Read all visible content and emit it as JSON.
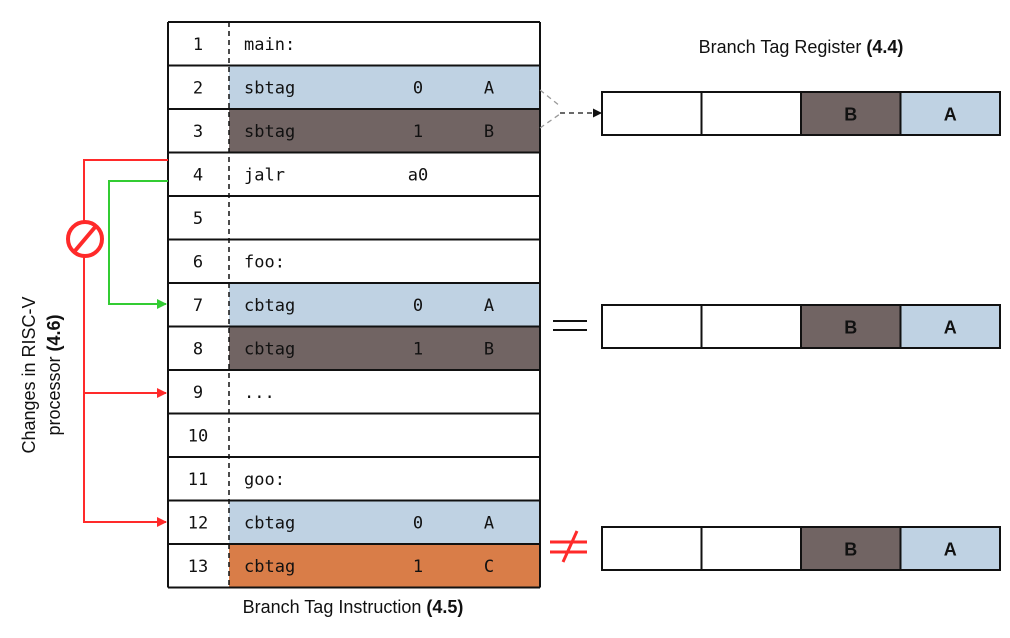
{
  "rows": [
    {
      "num": "1",
      "op": "main:",
      "arg": "",
      "tag": "",
      "color": "#ffffff"
    },
    {
      "num": "2",
      "op": "sbtag",
      "arg": "0",
      "tag": "A",
      "color": "#bfd2e3"
    },
    {
      "num": "3",
      "op": "sbtag",
      "arg": "1",
      "tag": "B",
      "color": "#716463"
    },
    {
      "num": "4",
      "op": "jalr",
      "arg": "a0",
      "tag": "",
      "color": "#ffffff"
    },
    {
      "num": "5",
      "op": "",
      "arg": "",
      "tag": "",
      "color": "#ffffff"
    },
    {
      "num": "6",
      "op": "foo:",
      "arg": "",
      "tag": "",
      "color": "#ffffff"
    },
    {
      "num": "7",
      "op": "cbtag",
      "arg": "0",
      "tag": "A",
      "color": "#bfd2e3"
    },
    {
      "num": "8",
      "op": "cbtag",
      "arg": "1",
      "tag": "B",
      "color": "#716463"
    },
    {
      "num": "9",
      "op": "...",
      "arg": "",
      "tag": "",
      "color": "#ffffff"
    },
    {
      "num": "10",
      "op": "",
      "arg": "",
      "tag": "",
      "color": "#ffffff"
    },
    {
      "num": "11",
      "op": "goo:",
      "arg": "",
      "tag": "",
      "color": "#ffffff"
    },
    {
      "num": "12",
      "op": "cbtag",
      "arg": "0",
      "tag": "A",
      "color": "#bfd2e3"
    },
    {
      "num": "13",
      "op": "cbtag",
      "arg": "1",
      "tag": "C",
      "color": "#d97d48"
    }
  ],
  "table_caption": {
    "text": "Branch Tag Instruction ",
    "ref": "(4.5)"
  },
  "register_title": {
    "text": "Branch Tag Register ",
    "ref": "(4.4)"
  },
  "side_label": {
    "line1": "Changes in RISC-V",
    "line2": "processor ",
    "ref": "(4.6)"
  },
  "registers": [
    {
      "cells": [
        {
          "label": "",
          "color": "#ffffff"
        },
        {
          "label": "",
          "color": "#ffffff"
        },
        {
          "label": "B",
          "color": "#716463"
        },
        {
          "label": "A",
          "color": "#bfd2e3"
        }
      ]
    },
    {
      "cells": [
        {
          "label": "",
          "color": "#ffffff"
        },
        {
          "label": "",
          "color": "#ffffff"
        },
        {
          "label": "B",
          "color": "#716463"
        },
        {
          "label": "A",
          "color": "#bfd2e3"
        }
      ]
    },
    {
      "cells": [
        {
          "label": "",
          "color": "#ffffff"
        },
        {
          "label": "",
          "color": "#ffffff"
        },
        {
          "label": "B",
          "color": "#716463"
        },
        {
          "label": "A",
          "color": "#bfd2e3"
        }
      ]
    }
  ],
  "colors": {
    "red": "#ff2a2a",
    "green": "#33cc33",
    "border": "#111111"
  }
}
